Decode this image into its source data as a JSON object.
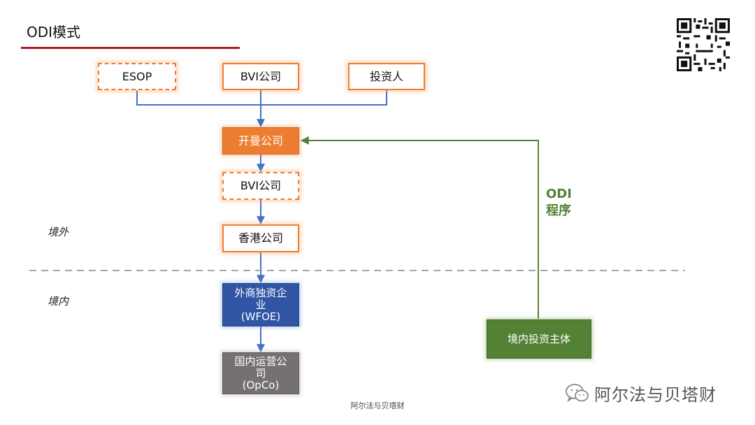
{
  "header": {
    "title": "ODI模式"
  },
  "nodes": {
    "esop": "ESOP",
    "bvi_top": "BVI公司",
    "investor": "投资人",
    "kaiman": "开曼公司",
    "bvi_mid": "BVI公司",
    "hk": "香港公司",
    "wfoe": [
      "外商独资企",
      "业",
      "(WFOE)"
    ],
    "opco": [
      "国内运营公",
      "司",
      "(OpCo)"
    ],
    "domestic": "境内投资主体"
  },
  "regions": {
    "offshore": "境外",
    "onshore": "境内"
  },
  "odi_label": [
    "ODI",
    "程序"
  ],
  "watermark": {
    "name": "阿尔法与贝塔财",
    "footer": "阿尔法与贝塔财"
  },
  "colors": {
    "accent_red": "#b01c24",
    "orange": "#ed7d31",
    "blue_arrow": "#4472c4",
    "wfoe_blue": "#2f55a4",
    "opco_gray": "#767171",
    "green": "#548235",
    "divider_gray": "#a6a6a6"
  },
  "icons": {
    "qr": "qr-code-icon",
    "wechat": "wechat-icon"
  }
}
